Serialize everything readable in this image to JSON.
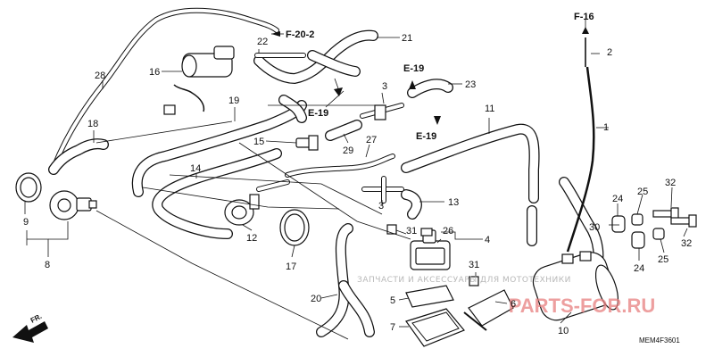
{
  "diagram": {
    "refs": {
      "f20_2": "F-20-2",
      "f16": "F-16",
      "e19_a": "E-19",
      "e19_b": "E-19",
      "e19_c": "E-19"
    },
    "labels": {
      "p1": "1",
      "p2": "2",
      "p3a": "3",
      "p3b": "3",
      "p4": "4",
      "p5": "5",
      "p6": "6",
      "p7": "7",
      "p8": "8",
      "p9": "9",
      "p10": "10",
      "p11": "11",
      "p12": "12",
      "p13": "13",
      "p14": "14",
      "p15": "15",
      "p16": "16",
      "p17": "17",
      "p18": "18",
      "p19": "19",
      "p20": "20",
      "p21": "21",
      "p22": "22",
      "p23": "23",
      "p24a": "24",
      "p24b": "24",
      "p25a": "25",
      "p25b": "25",
      "p26": "26",
      "p27": "27",
      "p28": "28",
      "p29": "29",
      "p30": "30",
      "p31a": "31",
      "p31b": "31",
      "p32a": "32",
      "p32b": "32"
    },
    "front_marker": "FR.",
    "drawing_code": "MEM4F3601",
    "watermark_text": "ЗАПЧАСТИ И АКСЕССУАРЫ ДЛЯ МОТОТЕХНИКИ",
    "watermark_logo": "PARTS-FOR.RU",
    "colors": {
      "line": "#111111",
      "watermark": "#e88080"
    }
  }
}
